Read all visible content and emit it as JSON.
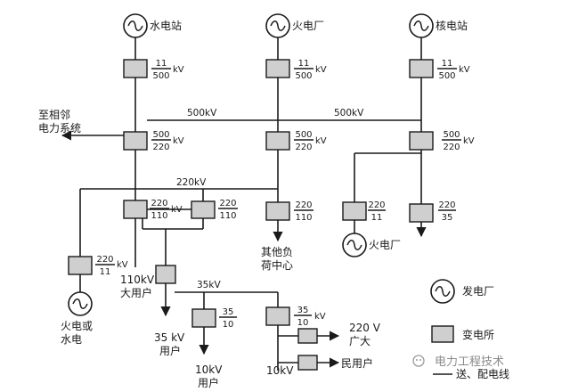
{
  "generators": {
    "hydro_station": "水电站",
    "thermal_plant": "火电厂",
    "nuclear_station": "核电站",
    "thermal_plant_2": "火电厂",
    "thermal_or_hydro": [
      "火电或",
      "水电"
    ]
  },
  "ratios": {
    "r11_500": {
      "top": "11",
      "bottom": "500"
    },
    "r500_220": {
      "top": "500",
      "bottom": "220"
    },
    "r220_110": {
      "top": "220",
      "bottom": "110"
    },
    "r220_11": {
      "top": "220",
      "bottom": "11"
    },
    "r220_35": {
      "top": "220",
      "bottom": "35"
    },
    "r35_10": {
      "top": "35",
      "bottom": "10"
    }
  },
  "units": {
    "kv": "kV"
  },
  "buses": {
    "kv500": "500kV",
    "kv220": "220kV",
    "kv35": "35kV"
  },
  "labels": {
    "neighbor": [
      "至相邻",
      "电力系统"
    ],
    "other_load": [
      "其他负",
      "荷中心"
    ],
    "user_110": [
      "110kV",
      "大用户"
    ],
    "user_35": [
      "35 kV",
      "用户"
    ],
    "user_10": [
      "10kV",
      "用户"
    ],
    "kv10_feeder": "10kV",
    "civil_220": [
      "220 V",
      "广大",
      "民用户"
    ]
  },
  "legend": {
    "generator": "发电厂",
    "substation": "变电所",
    "line": "送、配电线"
  },
  "watermark": "电力工程技术"
}
